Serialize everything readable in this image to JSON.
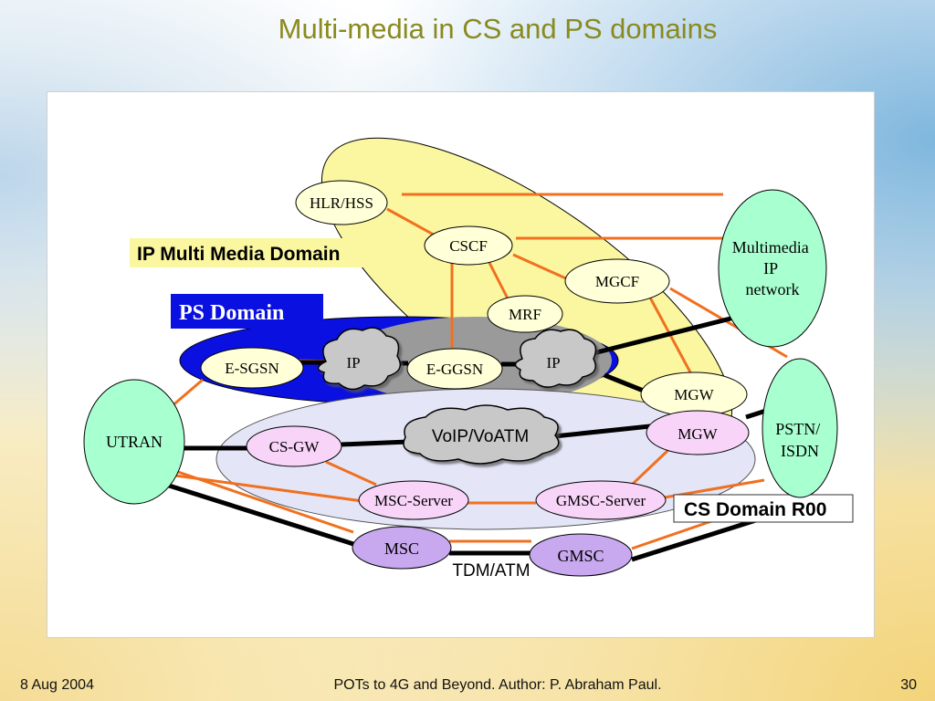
{
  "slide": {
    "title": "Multi-media in CS and PS domains"
  },
  "diagram": {
    "domains": {
      "ip_multimedia": "IP Multi Media Domain",
      "ps": "PS Domain",
      "cs": "CS Domain R00"
    },
    "nodes": {
      "hlr_hss": "HLR/HSS",
      "cscf": "CSCF",
      "mgcf": "MGCF",
      "mrf": "MRF",
      "e_sgsn": "E-SGSN",
      "ip_cloud_1": "IP",
      "e_ggsn": "E-GGSN",
      "ip_cloud_2": "IP",
      "mgw_top": "MGW",
      "mgw_cs": "MGW",
      "voip_voatm": "VoIP/VoATM",
      "cs_gw": "CS-GW",
      "msc_server": "MSC-Server",
      "gmsc_server": "GMSC-Server",
      "msc": "MSC",
      "gmsc": "GMSC",
      "utran": "UTRAN",
      "multimedia_ip_network": [
        "Multimedia",
        "IP",
        "network"
      ],
      "pstn_isdn": [
        "PSTN/",
        "ISDN"
      ]
    },
    "tdm_atm_label": "TDM/ATM",
    "colors": {
      "ims_domain": "#fbf7a0",
      "ps_domain": "#0a10e0",
      "cs_domain": "#e4e6f8",
      "node_yellow": "#ffffd8",
      "node_pink": "#f8d4f8",
      "node_purple": "#c8a8ee",
      "node_green": "#a8ffd0",
      "signal_line": "#f07020",
      "bearer_line": "#000000",
      "title": "#8a8a1e"
    }
  },
  "footer": {
    "date": "8 Aug 2004",
    "text": "POTs to 4G and Beyond. Author: P. Abraham Paul.",
    "page": "30"
  }
}
